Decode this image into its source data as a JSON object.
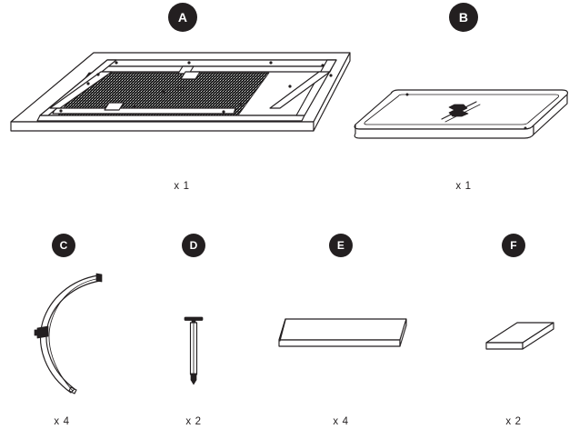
{
  "document": {
    "type": "assembly-parts-list",
    "background_color": "#ffffff",
    "ink_color": "#231f20"
  },
  "parts": [
    {
      "id": "A",
      "badge_label": "A",
      "quantity_label": "x 1",
      "icon_name": "bed-frame-with-mesh-base-illustration",
      "description": "Rectangular frame base with speckled mesh center panel"
    },
    {
      "id": "B",
      "badge_label": "B",
      "quantity_label": "x 1",
      "icon_name": "rounded-tray-panel-illustration",
      "description": "Flat rounded rectangular tray panel with center fitting"
    },
    {
      "id": "C",
      "badge_label": "C",
      "quantity_label": "x 4",
      "icon_name": "curved-leg-bracket-illustration",
      "description": "Curved metal leg with mounting bracket"
    },
    {
      "id": "D",
      "badge_label": "D",
      "quantity_label": "x 2",
      "icon_name": "bolt-pin-illustration",
      "description": "Long bolt with flat head"
    },
    {
      "id": "E",
      "badge_label": "E",
      "quantity_label": "x 4",
      "icon_name": "long-slat-board-illustration",
      "description": "Long flat slat board"
    },
    {
      "id": "F",
      "badge_label": "F",
      "quantity_label": "x 2",
      "icon_name": "short-slat-board-illustration",
      "description": "Short flat slat board"
    }
  ]
}
